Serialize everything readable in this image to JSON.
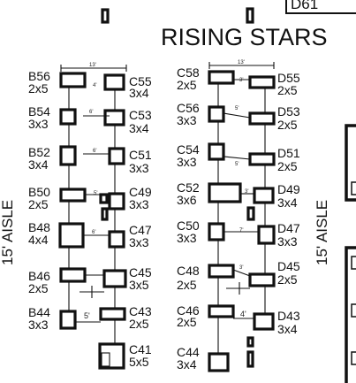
{
  "title": "RISING STARS",
  "top_booth": "D61",
  "aisle_label": "15' AISLE",
  "left_block": {
    "width_label": "13'",
    "spacing_labels": [
      "4'",
      "6'",
      "6'",
      "5'",
      "6'",
      "5'"
    ],
    "booths_left": [
      {
        "code": "B56",
        "size": "2x5"
      },
      {
        "code": "B54",
        "size": "3x3"
      },
      {
        "code": "B52",
        "size": "3x4"
      },
      {
        "code": "B50",
        "size": "2x5"
      },
      {
        "code": "B48",
        "size": "4x4"
      },
      {
        "code": "B46",
        "size": "2x5"
      },
      {
        "code": "B44",
        "size": "3x3"
      }
    ],
    "booths_right": [
      {
        "code": "C55",
        "size": "3x4"
      },
      {
        "code": "C53",
        "size": "3x4"
      },
      {
        "code": "C51",
        "size": "3x3"
      },
      {
        "code": "C49",
        "size": "3x3"
      },
      {
        "code": "C47",
        "size": "3x3"
      },
      {
        "code": "C45",
        "size": "3x5"
      },
      {
        "code": "C43",
        "size": "2x5"
      },
      {
        "code": "C41",
        "size": "5x5"
      }
    ]
  },
  "right_block": {
    "width_label": "13'",
    "spacing_labels": [
      "3'",
      "5'",
      "5'",
      "3'",
      "7'",
      "3'",
      "4'"
    ],
    "booths_left": [
      {
        "code": "C58",
        "size": "2x5"
      },
      {
        "code": "C56",
        "size": "3x3"
      },
      {
        "code": "C54",
        "size": "3x3"
      },
      {
        "code": "C52",
        "size": "3x6"
      },
      {
        "code": "C50",
        "size": "3x3"
      },
      {
        "code": "C48",
        "size": "2x5"
      },
      {
        "code": "C46",
        "size": "2x5"
      },
      {
        "code": "C44",
        "size": "3x4"
      }
    ],
    "booths_right": [
      {
        "code": "D55",
        "size": "2x5"
      },
      {
        "code": "D53",
        "size": "2x5"
      },
      {
        "code": "D51",
        "size": "2x5"
      },
      {
        "code": "D49",
        "size": "3x4"
      },
      {
        "code": "D47",
        "size": "3x3"
      },
      {
        "code": "D45",
        "size": "2x5"
      },
      {
        "code": "D43",
        "size": "3x4"
      }
    ]
  }
}
